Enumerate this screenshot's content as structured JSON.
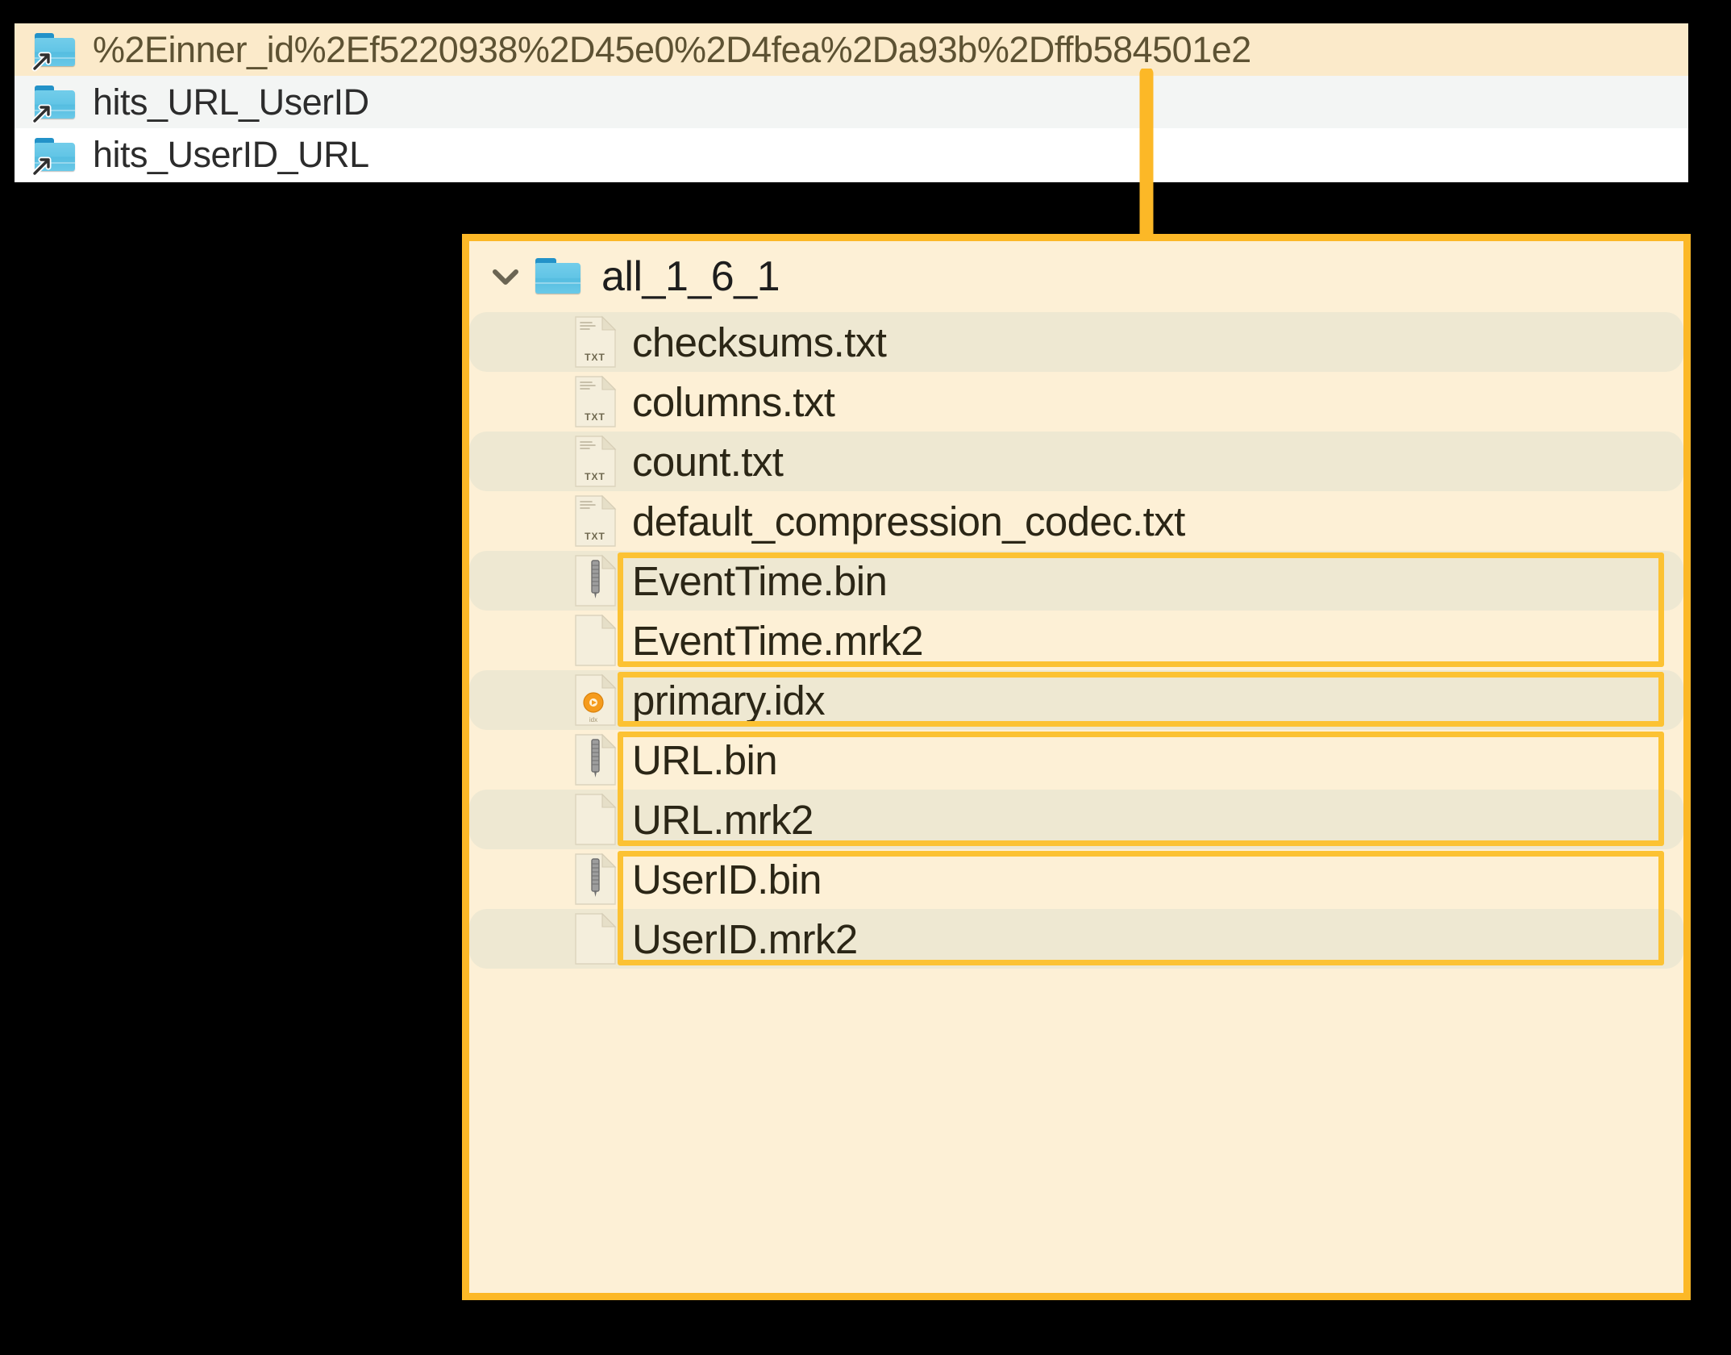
{
  "colors": {
    "highlight_border": "#fcb827",
    "highlight_box": "#fcc233",
    "panel_bg": "#fdf0d6",
    "row_shade": "#eee8d2",
    "selected_row_bg": "#fbeaca",
    "folder_blue": "#62c5e6",
    "idx_orange": "#f59b1c",
    "arrow": "#fcb827"
  },
  "folder_list": {
    "name": "parts-folder-list",
    "rows": [
      {
        "label": "%2Einner_id%2Ef5220938%2D45e0%2D4fea%2Da93b%2Dffb584501e2",
        "icon": "folder-symlink-icon",
        "state": "selected"
      },
      {
        "label": "hits_URL_UserID",
        "icon": "folder-symlink-icon",
        "state": "alt"
      },
      {
        "label": "hits_UserID_URL",
        "icon": "folder-symlink-icon",
        "state": "normal"
      }
    ]
  },
  "detail_panel": {
    "folder": {
      "label": "all_1_6_1",
      "icon": "folder-icon",
      "expander": "chevron-down-icon",
      "expanded": true
    },
    "files": [
      {
        "label": "checksums.txt",
        "icon": "txt-file-icon",
        "shade": true,
        "highlighted": false
      },
      {
        "label": "columns.txt",
        "icon": "txt-file-icon",
        "shade": false,
        "highlighted": false
      },
      {
        "label": "count.txt",
        "icon": "txt-file-icon",
        "shade": true,
        "highlighted": false
      },
      {
        "label": "default_compression_codec.txt",
        "icon": "txt-file-icon",
        "shade": false,
        "highlighted": false
      },
      {
        "label": "EventTime.bin",
        "icon": "bin-file-icon",
        "shade": true,
        "highlighted": true
      },
      {
        "label": "EventTime.mrk2",
        "icon": "blank-file-icon",
        "shade": false,
        "highlighted": true
      },
      {
        "label": "primary.idx",
        "icon": "idx-file-icon",
        "shade": true,
        "highlighted": true
      },
      {
        "label": "URL.bin",
        "icon": "bin-file-icon",
        "shade": false,
        "highlighted": true
      },
      {
        "label": "URL.mrk2",
        "icon": "blank-file-icon",
        "shade": true,
        "highlighted": true
      },
      {
        "label": "UserID.bin",
        "icon": "bin-file-icon",
        "shade": false,
        "highlighted": true
      },
      {
        "label": "UserID.mrk2",
        "icon": "blank-file-icon",
        "shade": true,
        "highlighted": true
      }
    ],
    "highlight_groups": [
      {
        "name": "eventtime-group",
        "from": 4,
        "to": 5
      },
      {
        "name": "primary-idx-group",
        "from": 6,
        "to": 6
      },
      {
        "name": "url-group",
        "from": 7,
        "to": 8
      },
      {
        "name": "userid-group",
        "from": 9,
        "to": 10
      }
    ]
  },
  "annotation": {
    "arrow": "down-arrow-callout"
  }
}
